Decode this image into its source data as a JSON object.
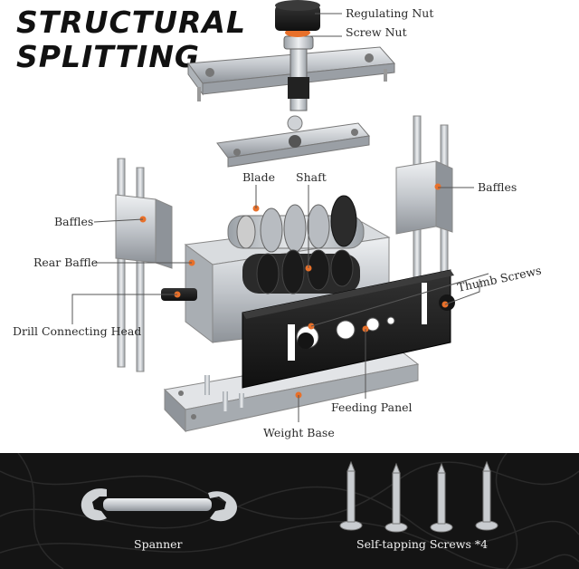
{
  "title": {
    "line1": "STRUCTURAL",
    "line2": "SPLITTING"
  },
  "labels": {
    "regulating_nut": "Regulating Nut",
    "screw_nut": "Screw Nut",
    "blade": "Blade",
    "shaft": "Shaft",
    "baffles_right": "Baffles",
    "baffles_left": "Baffles",
    "rear_baffle": "Rear Baffle",
    "thumb_screws": "Thumb Screws",
    "drill_connecting_head": "Drill Connecting Head",
    "feeding_panel": "Feeding Panel",
    "weight_base": "Weight Base"
  },
  "accessories": {
    "spanner": "Spanner",
    "screws": "Self-tapping Screws *4"
  },
  "colors": {
    "accent": "#e8702a",
    "metal": "#c9ccd0",
    "panel": "#1c1c1c",
    "background_dark": "#141414"
  }
}
